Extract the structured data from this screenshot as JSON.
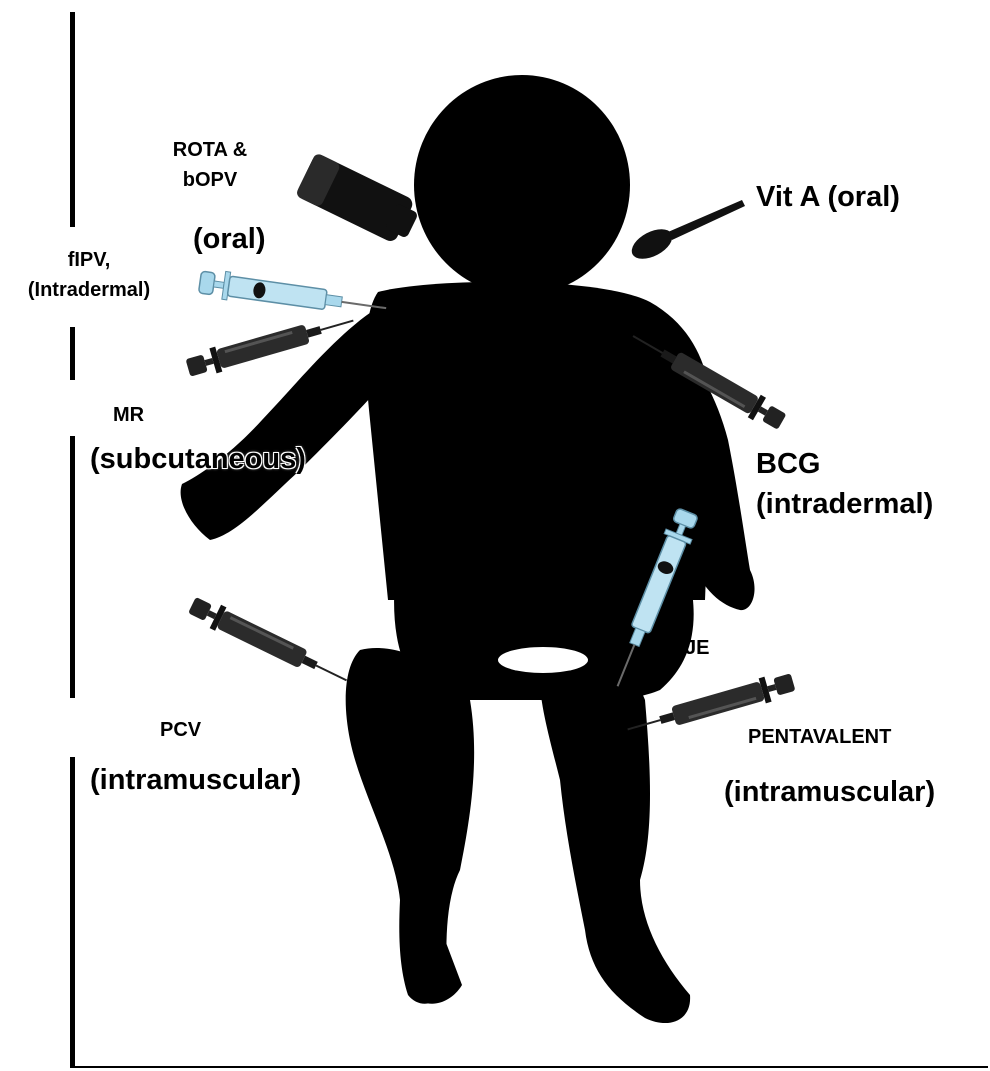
{
  "labels": {
    "rota": "ROTA &",
    "bopv": "bOPV",
    "oral_rota": "(oral)",
    "vita": "Vit A (oral)",
    "fipv": "fIPV,",
    "fipv_route": "(Intradermal)",
    "mr": "MR",
    "mr_route": "(subcutaneous)",
    "bcg": "BCG",
    "bcg_route": "(intradermal)",
    "je": "JE",
    "pcv": "PCV",
    "pcv_route": "(intramuscular)",
    "penta": "PENTAVALENT",
    "penta_route": "(intramuscular)"
  },
  "colors": {
    "silhouette": "#000000",
    "syringe_blue": "#a9d8ec",
    "syringe_dark": "#3a3a3a",
    "background": "#ffffff"
  },
  "icons": {
    "vial": "rota-bopv-vial-icon",
    "spoon": "vitamin-a-spoon-icon",
    "syringes": [
      "fipv-syringe-icon",
      "mr-syringe-icon",
      "bcg-syringe-icon",
      "je-syringe-icon",
      "pcv-syringe-icon",
      "penta-syringe-icon"
    ]
  }
}
